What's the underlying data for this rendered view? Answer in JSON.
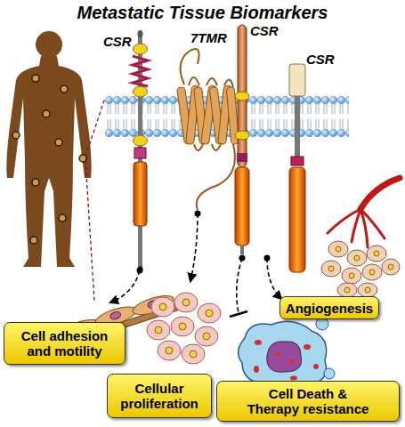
{
  "diagram": {
    "title": "Metastatic Tissue Biomarkers",
    "nodes": [
      {
        "text": [
          "Angiogenesis"
        ]
      },
      {
        "text": [
          "Cell adhesion and motility"
        ]
      },
      {
        "text": [
          "Cellular proliferation"
        ]
      },
      {
        "text": [
          "Cell Death & Therapy resistance"
        ]
      }
    ],
    "labels": [
      "CSR",
      "7TMR",
      "CSR",
      "CSR"
    ]
  }
}
